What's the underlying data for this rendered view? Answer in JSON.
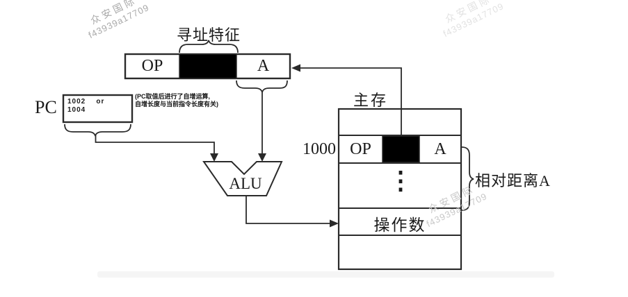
{
  "register": {
    "feature_label": "寻址特征",
    "op": "OP",
    "a": "A"
  },
  "pc": {
    "label": "PC",
    "value_line1": "1002    or",
    "value_line2": "1004",
    "note_line1": "(PC取值后进行了自增运算,",
    "note_line2": "自增长度与当前指令长度有关)"
  },
  "alu": {
    "label": "ALU"
  },
  "memory": {
    "title": "主存",
    "address": "1000",
    "op": "OP",
    "a": "A",
    "dots": "⋮",
    "operand": "操作数",
    "distance_label": "相对距离A"
  },
  "watermark": {
    "line1": "众安国际",
    "line2": "f43939a17709"
  },
  "colors": {
    "line": "#2a2a2a",
    "field_black": "#000000",
    "watermark_dark": "#a9a9a9",
    "watermark_mid": "#c8c8c8",
    "watermark_light": "#e2e2e2"
  }
}
